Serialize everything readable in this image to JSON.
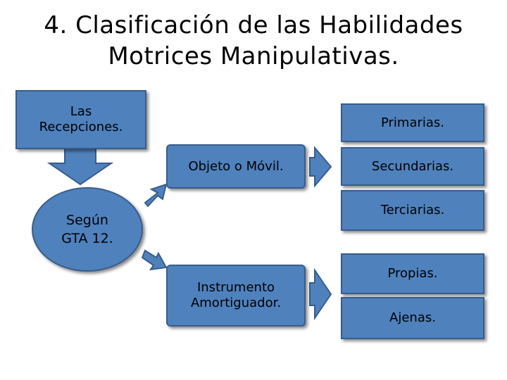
{
  "title": "4. Clasificación de las Habilidades\nMotrices Manipulativas.",
  "nodes": {
    "recepciones": "Las\nRecepciones.",
    "segun_gta": "Según\nGTA 12.",
    "objeto_movil": "Objeto o Móvil.",
    "instrumento": "Instrumento\nAmortiguador.",
    "primarias": "Primarias.",
    "secundarias": "Secundarias.",
    "terciarias": "Terciarias.",
    "propias": "Propias.",
    "ajenas": "Ajenas."
  },
  "colors": {
    "fill": "#4f81bd",
    "border": "#385d8a"
  }
}
